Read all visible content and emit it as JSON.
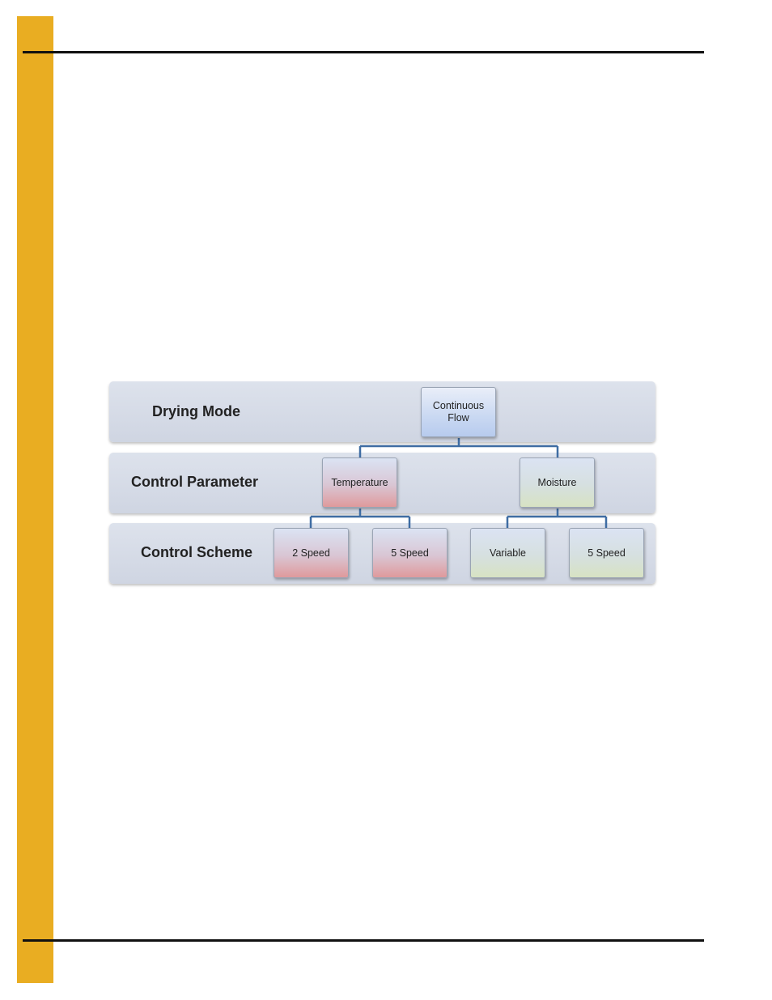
{
  "diagram": {
    "bands": {
      "drying_mode": "Drying Mode",
      "control_parameter": "Control Parameter",
      "control_scheme": "Control Scheme"
    },
    "nodes": {
      "root": "Continuous\nFlow",
      "temperature": "Temperature",
      "moisture": "Moisture",
      "temp_2speed": "2 Speed",
      "temp_5speed": "5 Speed",
      "moist_variable": "Variable",
      "moist_5speed": "5 Speed"
    },
    "colors": {
      "side_bar": "#e9ad22",
      "connector": "#3f6da3",
      "band": "#d3d9e5"
    }
  }
}
